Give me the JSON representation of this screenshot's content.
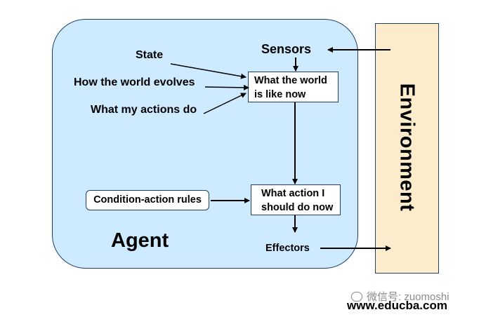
{
  "labels": {
    "state": "State",
    "world_evolves": "How the world evolves",
    "my_actions": "What my actions do",
    "sensors": "Sensors",
    "effectors": "Effectors",
    "agent": "Agent",
    "environment": "Environment"
  },
  "boxes": {
    "world_state_line1": "What the world",
    "world_state_line2": "is like now",
    "action_line1": "What action I",
    "action_line2": "should do now",
    "rules": "Condition-action rules"
  },
  "watermark": {
    "wechat": "微信号: zuomoshi",
    "site": "www.educba.com"
  }
}
